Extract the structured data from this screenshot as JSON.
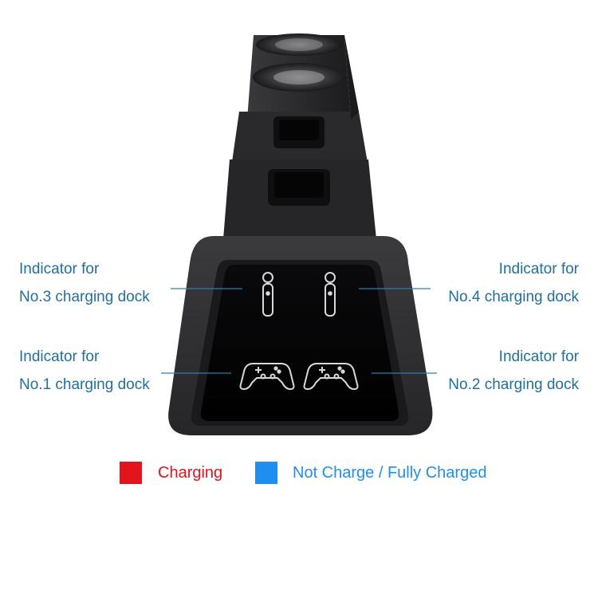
{
  "indicators": {
    "no3": {
      "line1": "Indicator for",
      "line2": "No.3 charging dock"
    },
    "no4": {
      "line1": "Indicator for",
      "line2": "No.4 charging dock"
    },
    "no1": {
      "line1": "Indicator for",
      "line2": "No.1 charging dock"
    },
    "no2": {
      "line1": "Indicator for",
      "line2": "No.2 charging dock"
    }
  },
  "legend": {
    "charging": {
      "label": "Charging",
      "color": "#e3141c"
    },
    "not_charging": {
      "label": "Not Charge / Fully Charged",
      "color": "#1e8ff0"
    }
  },
  "colors": {
    "label_text": "#1f6fa3",
    "leader_line": "#2b7fb5",
    "dock_body": "#2a2a2c",
    "panel": "#050506",
    "icon_outline": "#d8d8d8"
  },
  "icons": [
    "move-controller-icon",
    "move-controller-icon",
    "gamepad-icon",
    "gamepad-icon"
  ]
}
